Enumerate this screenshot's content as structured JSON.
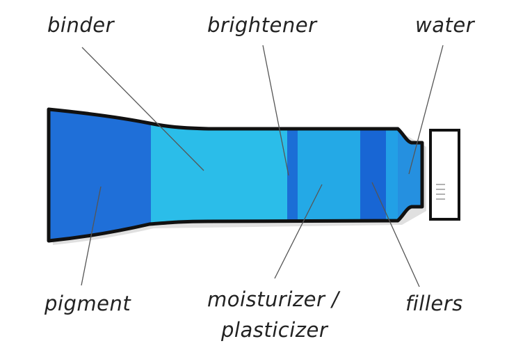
{
  "labels": {
    "binder": "binder",
    "brightener": "brightener",
    "water": "water",
    "pigment": "pigment",
    "moisturizer_line1": "moisturizer /",
    "moisturizer_line2": "plasticizer",
    "fillers": "fillers"
  },
  "colors": {
    "pigment": "#1f6fd8",
    "binder": "#2bbde9",
    "brightener": "#1b6ed6",
    "moisturizer": "#24a9e6",
    "fillers": "#1866d4",
    "filler_light": "#22a0e6",
    "water": "#2590e0",
    "outline": "#111111",
    "cap": "#ffffff"
  }
}
